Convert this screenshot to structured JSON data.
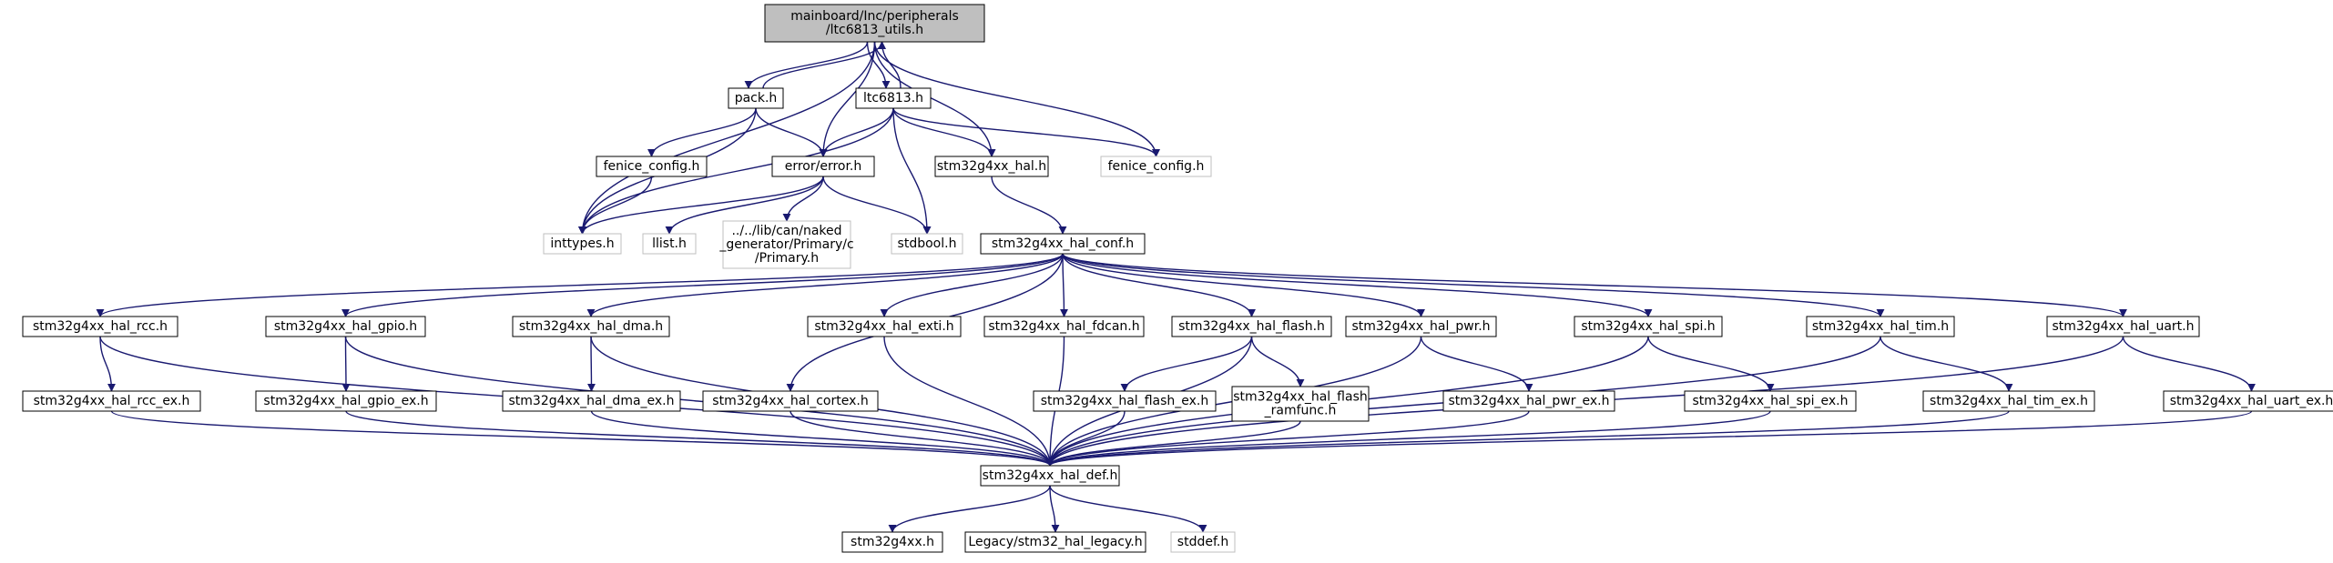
{
  "graph": {
    "nodes": [
      {
        "id": "root",
        "kind": "root",
        "lines": [
          "mainboard/Inc/peripherals",
          "/ltc6813_utils.h"
        ]
      },
      {
        "id": "pack",
        "kind": "normal",
        "lines": [
          "pack.h"
        ]
      },
      {
        "id": "ltc6813",
        "kind": "normal",
        "lines": [
          "ltc6813.h"
        ]
      },
      {
        "id": "inttypes",
        "kind": "external",
        "lines": [
          "inttypes.h"
        ]
      },
      {
        "id": "fenice_config_int",
        "kind": "normal",
        "lines": [
          "fenice_config.h"
        ]
      },
      {
        "id": "error",
        "kind": "normal",
        "lines": [
          "error/error.h"
        ]
      },
      {
        "id": "hal",
        "kind": "normal",
        "lines": [
          "stm32g4xx_hal.h"
        ]
      },
      {
        "id": "fenice_config_ext",
        "kind": "external",
        "lines": [
          "fenice_config.h"
        ]
      },
      {
        "id": "llist",
        "kind": "external",
        "lines": [
          "llist.h"
        ]
      },
      {
        "id": "primary",
        "kind": "external",
        "lines": [
          "../../lib/can/naked",
          "_generator/Primary/c",
          "/Primary.h"
        ]
      },
      {
        "id": "stdbool",
        "kind": "external",
        "lines": [
          "stdbool.h"
        ]
      },
      {
        "id": "hal_conf",
        "kind": "normal",
        "lines": [
          "stm32g4xx_hal_conf.h"
        ]
      },
      {
        "id": "rcc",
        "kind": "normal",
        "lines": [
          "stm32g4xx_hal_rcc.h"
        ]
      },
      {
        "id": "gpio",
        "kind": "normal",
        "lines": [
          "stm32g4xx_hal_gpio.h"
        ]
      },
      {
        "id": "dma",
        "kind": "normal",
        "lines": [
          "stm32g4xx_hal_dma.h"
        ]
      },
      {
        "id": "exti",
        "kind": "normal",
        "lines": [
          "stm32g4xx_hal_exti.h"
        ]
      },
      {
        "id": "fdcan",
        "kind": "normal",
        "lines": [
          "stm32g4xx_hal_fdcan.h"
        ]
      },
      {
        "id": "flash",
        "kind": "normal",
        "lines": [
          "stm32g4xx_hal_flash.h"
        ]
      },
      {
        "id": "pwr",
        "kind": "normal",
        "lines": [
          "stm32g4xx_hal_pwr.h"
        ]
      },
      {
        "id": "spi",
        "kind": "normal",
        "lines": [
          "stm32g4xx_hal_spi.h"
        ]
      },
      {
        "id": "tim",
        "kind": "normal",
        "lines": [
          "stm32g4xx_hal_tim.h"
        ]
      },
      {
        "id": "uart",
        "kind": "normal",
        "lines": [
          "stm32g4xx_hal_uart.h"
        ]
      },
      {
        "id": "rcc_ex",
        "kind": "normal",
        "lines": [
          "stm32g4xx_hal_rcc_ex.h"
        ]
      },
      {
        "id": "gpio_ex",
        "kind": "normal",
        "lines": [
          "stm32g4xx_hal_gpio_ex.h"
        ]
      },
      {
        "id": "dma_ex",
        "kind": "normal",
        "lines": [
          "stm32g4xx_hal_dma_ex.h"
        ]
      },
      {
        "id": "cortex",
        "kind": "normal",
        "lines": [
          "stm32g4xx_hal_cortex.h"
        ]
      },
      {
        "id": "flash_ex",
        "kind": "normal",
        "lines": [
          "stm32g4xx_hal_flash_ex.h"
        ]
      },
      {
        "id": "flash_ramfunc",
        "kind": "normal",
        "lines": [
          "stm32g4xx_hal_flash",
          "_ramfunc.h"
        ]
      },
      {
        "id": "pwr_ex",
        "kind": "normal",
        "lines": [
          "stm32g4xx_hal_pwr_ex.h"
        ]
      },
      {
        "id": "spi_ex",
        "kind": "normal",
        "lines": [
          "stm32g4xx_hal_spi_ex.h"
        ]
      },
      {
        "id": "tim_ex",
        "kind": "normal",
        "lines": [
          "stm32g4xx_hal_tim_ex.h"
        ]
      },
      {
        "id": "uart_ex",
        "kind": "normal",
        "lines": [
          "stm32g4xx_hal_uart_ex.h"
        ]
      },
      {
        "id": "hal_def",
        "kind": "normal",
        "lines": [
          "stm32g4xx_hal_def.h"
        ]
      },
      {
        "id": "stm32g4xx",
        "kind": "normal",
        "lines": [
          "stm32g4xx.h"
        ]
      },
      {
        "id": "legacy",
        "kind": "normal",
        "lines": [
          "Legacy/stm32_hal_legacy.h"
        ]
      },
      {
        "id": "stddef",
        "kind": "external",
        "lines": [
          "stddef.h"
        ]
      }
    ],
    "edges": [
      [
        "root",
        "pack"
      ],
      [
        "root",
        "ltc6813"
      ],
      [
        "root",
        "inttypes"
      ],
      [
        "root",
        "error"
      ],
      [
        "root",
        "hal"
      ],
      [
        "root",
        "fenice_config_ext"
      ],
      [
        "pack",
        "root"
      ],
      [
        "pack",
        "inttypes"
      ],
      [
        "pack",
        "fenice_config_int"
      ],
      [
        "pack",
        "error"
      ],
      [
        "ltc6813",
        "root"
      ],
      [
        "ltc6813",
        "inttypes"
      ],
      [
        "ltc6813",
        "error"
      ],
      [
        "ltc6813",
        "hal"
      ],
      [
        "ltc6813",
        "fenice_config_ext"
      ],
      [
        "ltc6813",
        "stdbool"
      ],
      [
        "fenice_config_int",
        "inttypes"
      ],
      [
        "error",
        "inttypes"
      ],
      [
        "error",
        "llist"
      ],
      [
        "error",
        "primary"
      ],
      [
        "error",
        "stdbool"
      ],
      [
        "hal",
        "hal_conf"
      ],
      [
        "hal_conf",
        "rcc"
      ],
      [
        "hal_conf",
        "gpio"
      ],
      [
        "hal_conf",
        "dma"
      ],
      [
        "hal_conf",
        "exti"
      ],
      [
        "hal_conf",
        "fdcan"
      ],
      [
        "hal_conf",
        "flash"
      ],
      [
        "hal_conf",
        "pwr"
      ],
      [
        "hal_conf",
        "spi"
      ],
      [
        "hal_conf",
        "tim"
      ],
      [
        "hal_conf",
        "uart"
      ],
      [
        "hal_conf",
        "cortex"
      ],
      [
        "rcc",
        "rcc_ex"
      ],
      [
        "rcc",
        "hal_def"
      ],
      [
        "gpio",
        "gpio_ex"
      ],
      [
        "gpio",
        "hal_def"
      ],
      [
        "dma",
        "dma_ex"
      ],
      [
        "dma",
        "hal_def"
      ],
      [
        "exti",
        "hal_def"
      ],
      [
        "fdcan",
        "hal_def"
      ],
      [
        "flash",
        "flash_ex"
      ],
      [
        "flash",
        "flash_ramfunc"
      ],
      [
        "flash",
        "hal_def"
      ],
      [
        "pwr",
        "pwr_ex"
      ],
      [
        "pwr",
        "hal_def"
      ],
      [
        "spi",
        "spi_ex"
      ],
      [
        "spi",
        "hal_def"
      ],
      [
        "tim",
        "tim_ex"
      ],
      [
        "tim",
        "hal_def"
      ],
      [
        "uart",
        "uart_ex"
      ],
      [
        "uart",
        "hal_def"
      ],
      [
        "rcc_ex",
        "hal_def"
      ],
      [
        "gpio_ex",
        "hal_def"
      ],
      [
        "dma_ex",
        "hal_def"
      ],
      [
        "cortex",
        "hal_def"
      ],
      [
        "flash_ex",
        "hal_def"
      ],
      [
        "flash_ramfunc",
        "hal_def"
      ],
      [
        "pwr_ex",
        "hal_def"
      ],
      [
        "spi_ex",
        "hal_def"
      ],
      [
        "tim_ex",
        "hal_def"
      ],
      [
        "uart_ex",
        "hal_def"
      ],
      [
        "hal_def",
        "stm32g4xx"
      ],
      [
        "hal_def",
        "legacy"
      ],
      [
        "hal_def",
        "stddef"
      ]
    ]
  }
}
